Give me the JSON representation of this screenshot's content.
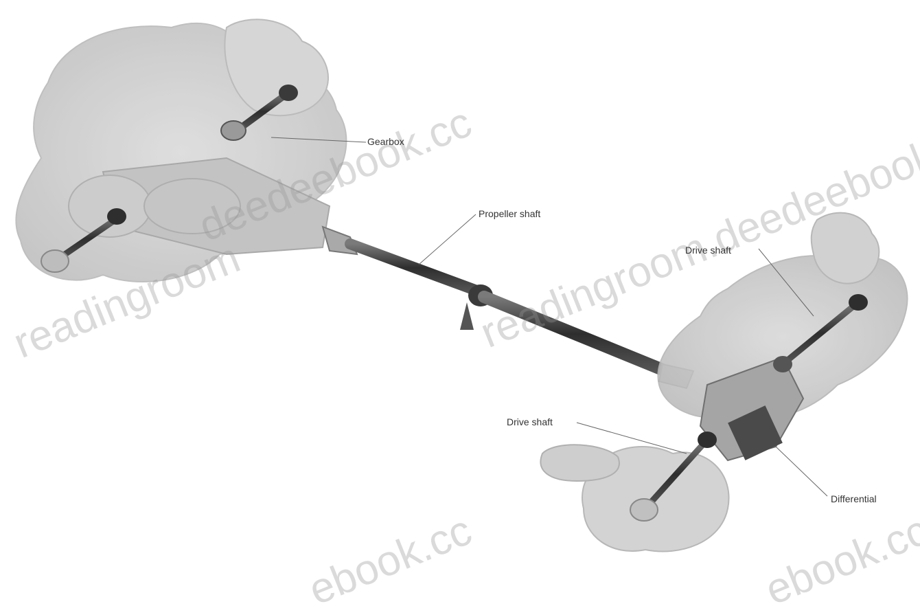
{
  "labels": {
    "gearbox": "Gearbox",
    "propeller_shaft": "Propeller shaft",
    "drive_shaft_upper": "Drive shaft",
    "drive_shaft_lower": "Drive shaft",
    "differential": "Differential"
  },
  "watermark": {
    "text_a": "readingroom.deedeebook.co",
    "text_b": "deedeebook.cc",
    "text_c": "ebook.cc",
    "text_d": "readingroom",
    "color": "#b0b0b0"
  },
  "colors": {
    "background": "#ffffff",
    "shaft": "#3a3a3a",
    "component_light": "#c8c8c8",
    "component_mid": "#a8a8a8",
    "leader_line": "#666666"
  }
}
